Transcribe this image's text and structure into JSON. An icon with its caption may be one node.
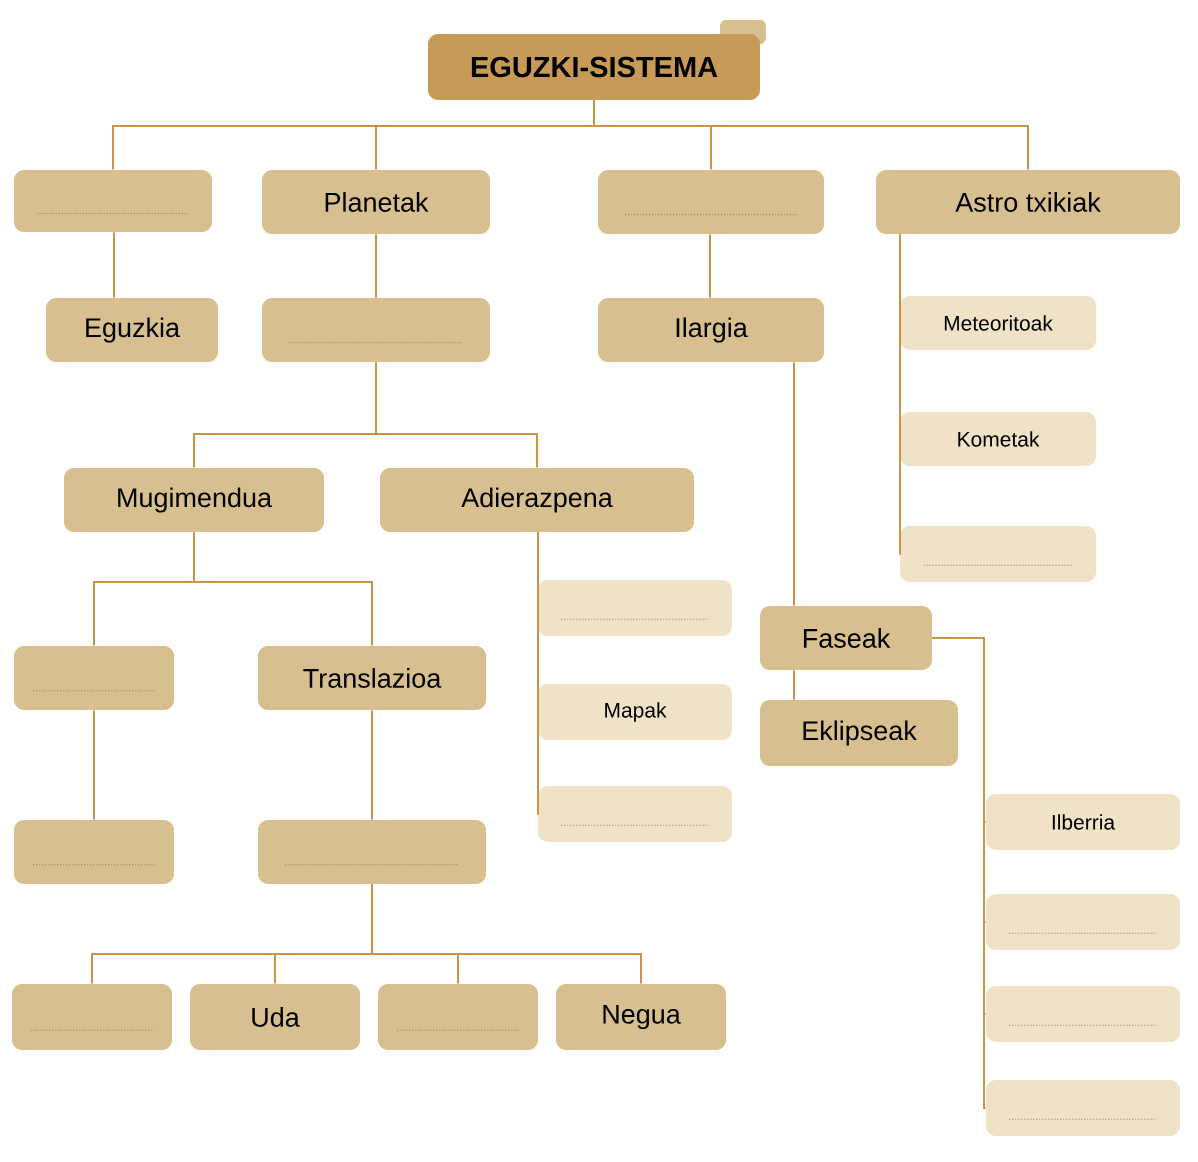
{
  "diagram": {
    "nodes": [
      {
        "text": [
          "EGUZKI-SISTEMA"
        ]
      },
      {
        "text": [],
        "shape": "box"
      },
      {
        "text": [
          "Planetak"
        ]
      },
      {
        "text": [],
        "shape": "box"
      },
      {
        "text": [
          "Astro txikiak"
        ]
      },
      {
        "text": [
          "Eguzkia"
        ]
      },
      {
        "text": [],
        "shape": "box"
      },
      {
        "text": [
          "Ilargia"
        ]
      },
      {
        "text": [
          "Meteoritoak"
        ]
      },
      {
        "text": [
          "Kometak"
        ]
      },
      {
        "text": [
          "Mugimendua"
        ]
      },
      {
        "text": [
          "Adierazpena"
        ]
      },
      {
        "text": [],
        "shape": "box"
      },
      {
        "text": [],
        "shape": "box"
      },
      {
        "text": [
          "Faseak"
        ]
      },
      {
        "text": [],
        "shape": "box"
      },
      {
        "text": [
          "Translazioa"
        ]
      },
      {
        "text": [
          "Mapak"
        ]
      },
      {
        "text": [
          "Eklipseak"
        ]
      },
      {
        "text": [],
        "shape": "box"
      },
      {
        "text": [
          "Ilberria"
        ]
      },
      {
        "text": [],
        "shape": "box"
      },
      {
        "text": [],
        "shape": "box"
      },
      {
        "text": [],
        "shape": "box"
      },
      {
        "text": [],
        "shape": "box"
      },
      {
        "text": [
          "Uda"
        ]
      },
      {
        "text": [],
        "shape": "box"
      },
      {
        "text": [
          "Negua"
        ]
      },
      {
        "text": [],
        "shape": "box"
      },
      {
        "text": [],
        "shape": "box"
      }
    ],
    "edges": [
      {
        "from": 0,
        "to": 1,
        "arrow": "none"
      },
      {
        "from": 0,
        "to": 2,
        "arrow": "none"
      },
      {
        "from": 0,
        "to": 3,
        "arrow": "none"
      },
      {
        "from": 0,
        "to": 4,
        "arrow": "none"
      },
      {
        "from": 1,
        "to": 5,
        "arrow": "none"
      },
      {
        "from": 2,
        "to": 6,
        "arrow": "none"
      },
      {
        "from": 3,
        "to": 7,
        "arrow": "none"
      },
      {
        "from": 4,
        "to": 8,
        "arrow": "none"
      },
      {
        "from": 4,
        "to": 9,
        "arrow": "none"
      },
      {
        "from": 4,
        "to": 12,
        "arrow": "none"
      },
      {
        "from": 6,
        "to": 10,
        "arrow": "none"
      },
      {
        "from": 6,
        "to": 11,
        "arrow": "none"
      },
      {
        "from": 7,
        "to": 14,
        "arrow": "none"
      },
      {
        "from": 14,
        "to": 18,
        "arrow": "none"
      },
      {
        "from": 11,
        "to": 13,
        "arrow": "none"
      },
      {
        "from": 11,
        "to": 17,
        "arrow": "none"
      },
      {
        "from": 11,
        "to": 19,
        "arrow": "none"
      },
      {
        "from": 10,
        "to": 15,
        "arrow": "none"
      },
      {
        "from": 10,
        "to": 16,
        "arrow": "none"
      },
      {
        "from": 15,
        "to": 21,
        "arrow": "none"
      },
      {
        "from": 16,
        "to": 22,
        "arrow": "none"
      },
      {
        "from": 22,
        "to": 24,
        "arrow": "none"
      },
      {
        "from": 22,
        "to": 25,
        "arrow": "none"
      },
      {
        "from": 22,
        "to": 26,
        "arrow": "none"
      },
      {
        "from": 22,
        "to": 27,
        "arrow": "none"
      },
      {
        "from": 14,
        "to": 20,
        "arrow": "none"
      },
      {
        "from": 14,
        "to": 23,
        "arrow": "none"
      },
      {
        "from": 14,
        "to": 28,
        "arrow": "none"
      },
      {
        "from": 14,
        "to": 29,
        "arrow": "none"
      }
    ]
  }
}
